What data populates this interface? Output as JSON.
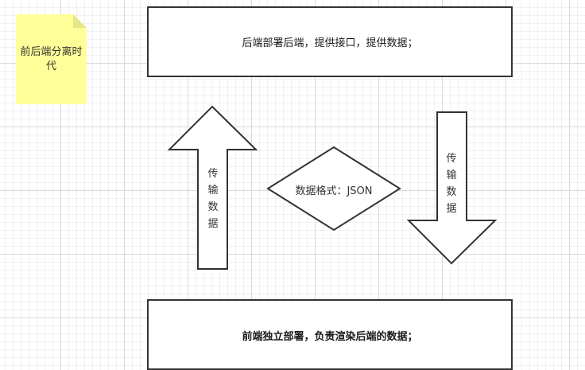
{
  "note": {
    "text": "前后端分离时代",
    "color": "#ffff99"
  },
  "top_box": {
    "text": "后端部署后端，提供接口，提供数据；"
  },
  "bottom_box": {
    "text": "前端独立部署，负责渲染后端的数据；"
  },
  "arrow_up": {
    "label": "传输数据"
  },
  "arrow_down": {
    "label": "传输数据"
  },
  "diamond": {
    "text": "数据格式：JSON"
  },
  "colors": {
    "stroke": "#333333",
    "note_fill": "#ffff99",
    "note_fold": "#e6e68a"
  }
}
